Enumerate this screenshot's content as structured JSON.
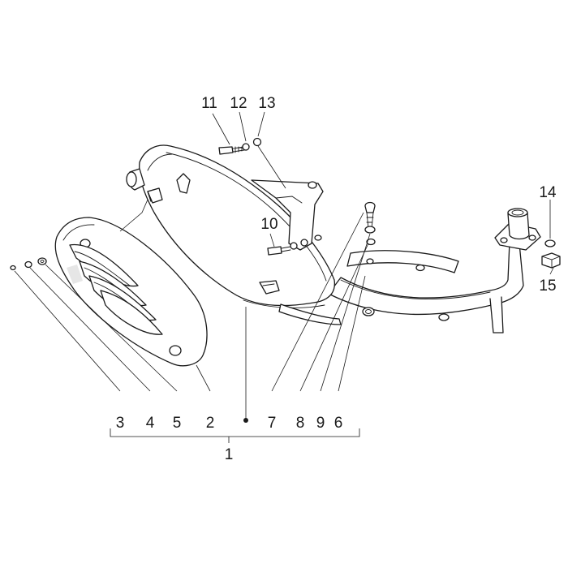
{
  "callouts": [
    {
      "id": "c1",
      "text": "1"
    },
    {
      "id": "c2",
      "text": "2"
    },
    {
      "id": "c3",
      "text": "3"
    },
    {
      "id": "c4",
      "text": "4"
    },
    {
      "id": "c5",
      "text": "5"
    },
    {
      "id": "c6",
      "text": "6"
    },
    {
      "id": "c7",
      "text": "7"
    },
    {
      "id": "c8",
      "text": "8"
    },
    {
      "id": "c9",
      "text": "9"
    },
    {
      "id": "c10",
      "text": "10"
    },
    {
      "id": "c11",
      "text": "11"
    },
    {
      "id": "c12",
      "text": "12"
    },
    {
      "id": "c13",
      "text": "13"
    },
    {
      "id": "c14",
      "text": "14"
    },
    {
      "id": "c15",
      "text": "15"
    }
  ]
}
